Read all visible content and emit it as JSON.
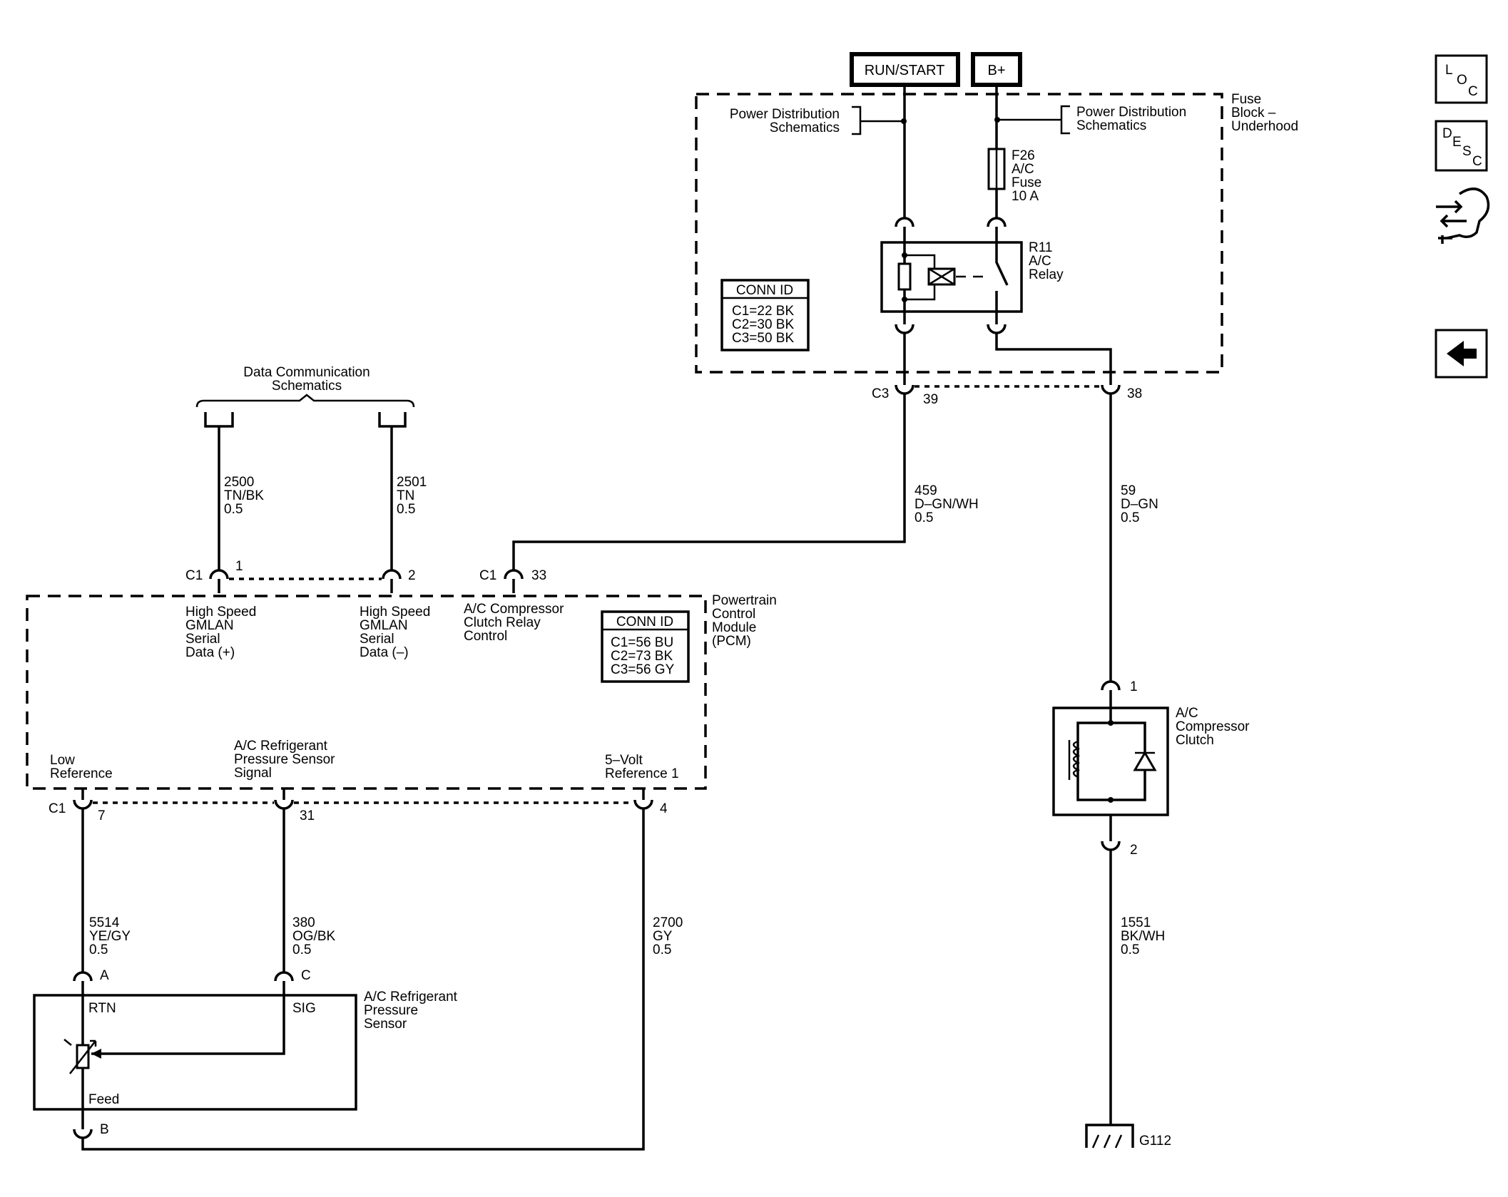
{
  "supplies": {
    "run_start": "RUN/START",
    "b_plus": "B+"
  },
  "refs": {
    "pds_left": [
      "Power Distribution",
      "Schematics"
    ],
    "pds_right": [
      "Power Distribution",
      "Schematics"
    ],
    "data_comm": [
      "Data Communication",
      "Schematics"
    ]
  },
  "fuse_block": {
    "label": [
      "Fuse",
      "Block –",
      "Underhood"
    ]
  },
  "fuse": {
    "label": [
      "F26",
      "A/C",
      "Fuse",
      "10 A"
    ]
  },
  "relay": {
    "label": [
      "R11",
      "A/C",
      "Relay"
    ]
  },
  "conn_fuse_block": {
    "title": "CONN ID",
    "lines": [
      "C1=22 BK",
      "C2=30 BK",
      "C3=50 BK"
    ]
  },
  "conn_pcm": {
    "title": "CONN ID",
    "lines": [
      "C1=56 BU",
      "C2=73 BK",
      "C3=56 GY"
    ]
  },
  "pcm": {
    "label": [
      "Powertrain",
      "Control",
      "Module",
      "(PCM)"
    ]
  },
  "pcm_pins": {
    "hs_plus": [
      "High Speed",
      "GMLAN",
      "Serial",
      "Data (+)"
    ],
    "hs_minus": [
      "High Speed",
      "GMLAN",
      "Serial",
      "Data (–)"
    ],
    "relay_ctrl": [
      "A/C Compressor",
      "Clutch Relay",
      "Control"
    ],
    "low_ref": [
      "Low",
      "Reference"
    ],
    "sensor_signal": [
      "A/C Refrigerant",
      "Pressure Sensor",
      "Signal"
    ],
    "five_volt": [
      "5–Volt",
      "Reference 1"
    ]
  },
  "connectors": {
    "c1": "C1",
    "c3": "C3",
    "p1": "1",
    "p2": "2",
    "p33": "33",
    "p39": "39",
    "p38": "38",
    "p7": "7",
    "p31": "31",
    "p4": "4",
    "clutch_1": "1",
    "clutch_2": "2",
    "sensor_a": "A",
    "sensor_c": "C",
    "sensor_b": "B"
  },
  "wires": {
    "w2500": [
      "2500",
      "TN/BK",
      "0.5"
    ],
    "w2501": [
      "2501",
      "TN",
      "0.5"
    ],
    "w459": [
      "459",
      "D–GN/WH",
      "0.5"
    ],
    "w59": [
      "59",
      "D–GN",
      "0.5"
    ],
    "w5514": [
      "5514",
      "YE/GY",
      "0.5"
    ],
    "w380": [
      "380",
      "OG/BK",
      "0.5"
    ],
    "w2700": [
      "2700",
      "GY",
      "0.5"
    ],
    "w1551": [
      "1551",
      "BK/WH",
      "0.5"
    ]
  },
  "clutch": {
    "label": [
      "A/C",
      "Compressor",
      "Clutch"
    ]
  },
  "sensor": {
    "label": [
      "A/C Refrigerant",
      "Pressure",
      "Sensor"
    ],
    "rtn": "RTN",
    "sig": "SIG",
    "feed": "Feed"
  },
  "ground": {
    "label": "G112"
  },
  "nav": {
    "loc": [
      "L",
      "O",
      "C"
    ],
    "desc": [
      "D",
      "E",
      "S",
      "C"
    ],
    "icons": [
      "connector-locator-icon",
      "back-arrow-icon"
    ]
  }
}
